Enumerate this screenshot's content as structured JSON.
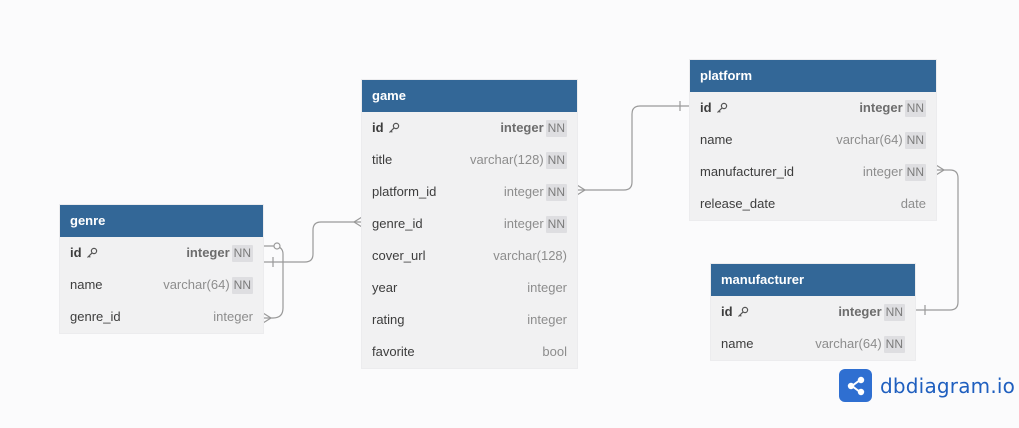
{
  "tables": {
    "genre": {
      "name": "genre",
      "columns": [
        {
          "name": "id",
          "type": "integer",
          "pk": true,
          "nn": "NN"
        },
        {
          "name": "name",
          "type": "varchar(64)",
          "pk": false,
          "nn": "NN"
        },
        {
          "name": "genre_id",
          "type": "integer",
          "pk": false,
          "nn": null
        }
      ]
    },
    "game": {
      "name": "game",
      "columns": [
        {
          "name": "id",
          "type": "integer",
          "pk": true,
          "nn": "NN"
        },
        {
          "name": "title",
          "type": "varchar(128)",
          "pk": false,
          "nn": "NN"
        },
        {
          "name": "platform_id",
          "type": "integer",
          "pk": false,
          "nn": "NN"
        },
        {
          "name": "genre_id",
          "type": "integer",
          "pk": false,
          "nn": "NN"
        },
        {
          "name": "cover_url",
          "type": "varchar(128)",
          "pk": false,
          "nn": null
        },
        {
          "name": "year",
          "type": "integer",
          "pk": false,
          "nn": null
        },
        {
          "name": "rating",
          "type": "integer",
          "pk": false,
          "nn": null
        },
        {
          "name": "favorite",
          "type": "bool",
          "pk": false,
          "nn": null
        }
      ]
    },
    "platform": {
      "name": "platform",
      "columns": [
        {
          "name": "id",
          "type": "integer",
          "pk": true,
          "nn": "NN"
        },
        {
          "name": "name",
          "type": "varchar(64)",
          "pk": false,
          "nn": "NN"
        },
        {
          "name": "manufacturer_id",
          "type": "integer",
          "pk": false,
          "nn": "NN"
        },
        {
          "name": "release_date",
          "type": "date",
          "pk": false,
          "nn": null
        }
      ]
    },
    "manufacturer": {
      "name": "manufacturer",
      "columns": [
        {
          "name": "id",
          "type": "integer",
          "pk": true,
          "nn": "NN"
        },
        {
          "name": "name",
          "type": "varchar(64)",
          "pk": false,
          "nn": "NN"
        }
      ]
    }
  },
  "relationships": [
    {
      "from": "game.platform_id",
      "to": "platform.id",
      "type": "many-to-one"
    },
    {
      "from": "game.genre_id",
      "to": "genre.id",
      "type": "many-to-one"
    },
    {
      "from": "genre.genre_id",
      "to": "genre.id",
      "type": "many-to-zero-or-one"
    },
    {
      "from": "platform.manufacturer_id",
      "to": "manufacturer.id",
      "type": "many-to-one"
    }
  ],
  "brand": {
    "text": "dbdiagram.io",
    "logo_icon": "share-nodes-icon"
  },
  "colors": {
    "header": "#336797",
    "brand": "#2f6fd1",
    "edge": "#9a9a9a"
  }
}
